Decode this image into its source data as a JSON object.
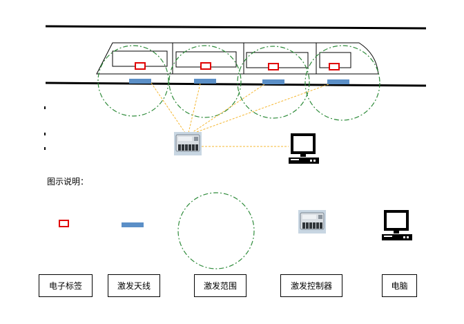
{
  "legend": {
    "title": "图示说明：",
    "items": [
      {
        "label": "电子标签"
      },
      {
        "label": "激发天线"
      },
      {
        "label": "激发范围"
      },
      {
        "label": "激发控制器"
      },
      {
        "label": "电脑"
      }
    ]
  },
  "colors": {
    "rail": "#000000",
    "tag": "#e00000",
    "antenna": "#5b8fc7",
    "range_circle": "#2e8b3a",
    "link_line": "#f5b731",
    "controller_body": "#b9c9d6"
  },
  "icons": {
    "tag": "electronic-tag-icon",
    "antenna": "antenna-icon",
    "range": "range-circle-icon",
    "controller": "controller-icon",
    "computer": "computer-icon"
  }
}
